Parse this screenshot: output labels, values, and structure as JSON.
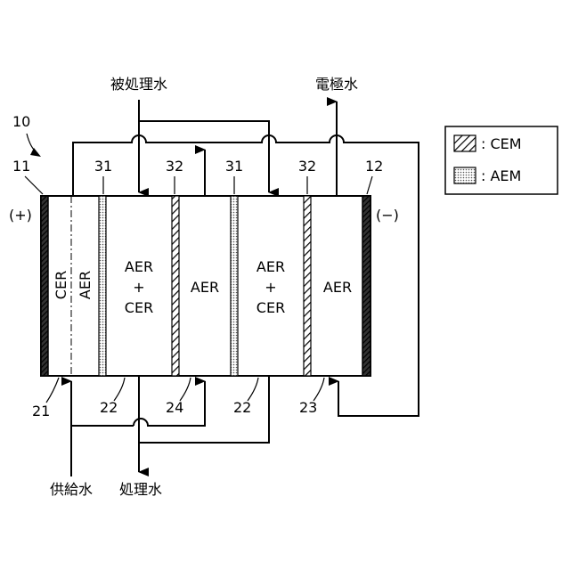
{
  "labels": {
    "top_inlet": "被処理水",
    "top_outlet": "電極水",
    "bottom_supply": "供給水",
    "bottom_treated": "処理水",
    "device_ref": "10",
    "anode_ref": "11",
    "cathode_ref": "12",
    "membrane_31a": "31",
    "membrane_32a": "32",
    "membrane_31b": "31",
    "membrane_32b": "32",
    "plus": "(+)",
    "minus": "(−)",
    "ref_21": "21",
    "ref_22a": "22",
    "ref_24": "24",
    "ref_22b": "22",
    "ref_23": "23"
  },
  "chambers": {
    "anode_chamber_left": "CER",
    "anode_chamber_right": "AER",
    "desalting_1_line1": "AER",
    "desalting_1_line2": "+",
    "desalting_1_line3": "CER",
    "concentrating": "AER",
    "desalting_2_line1": "AER",
    "desalting_2_line2": "+",
    "desalting_2_line3": "CER",
    "cathode_chamber": "AER"
  },
  "legend": {
    "cem": ": CEM",
    "aem": ": AEM"
  }
}
